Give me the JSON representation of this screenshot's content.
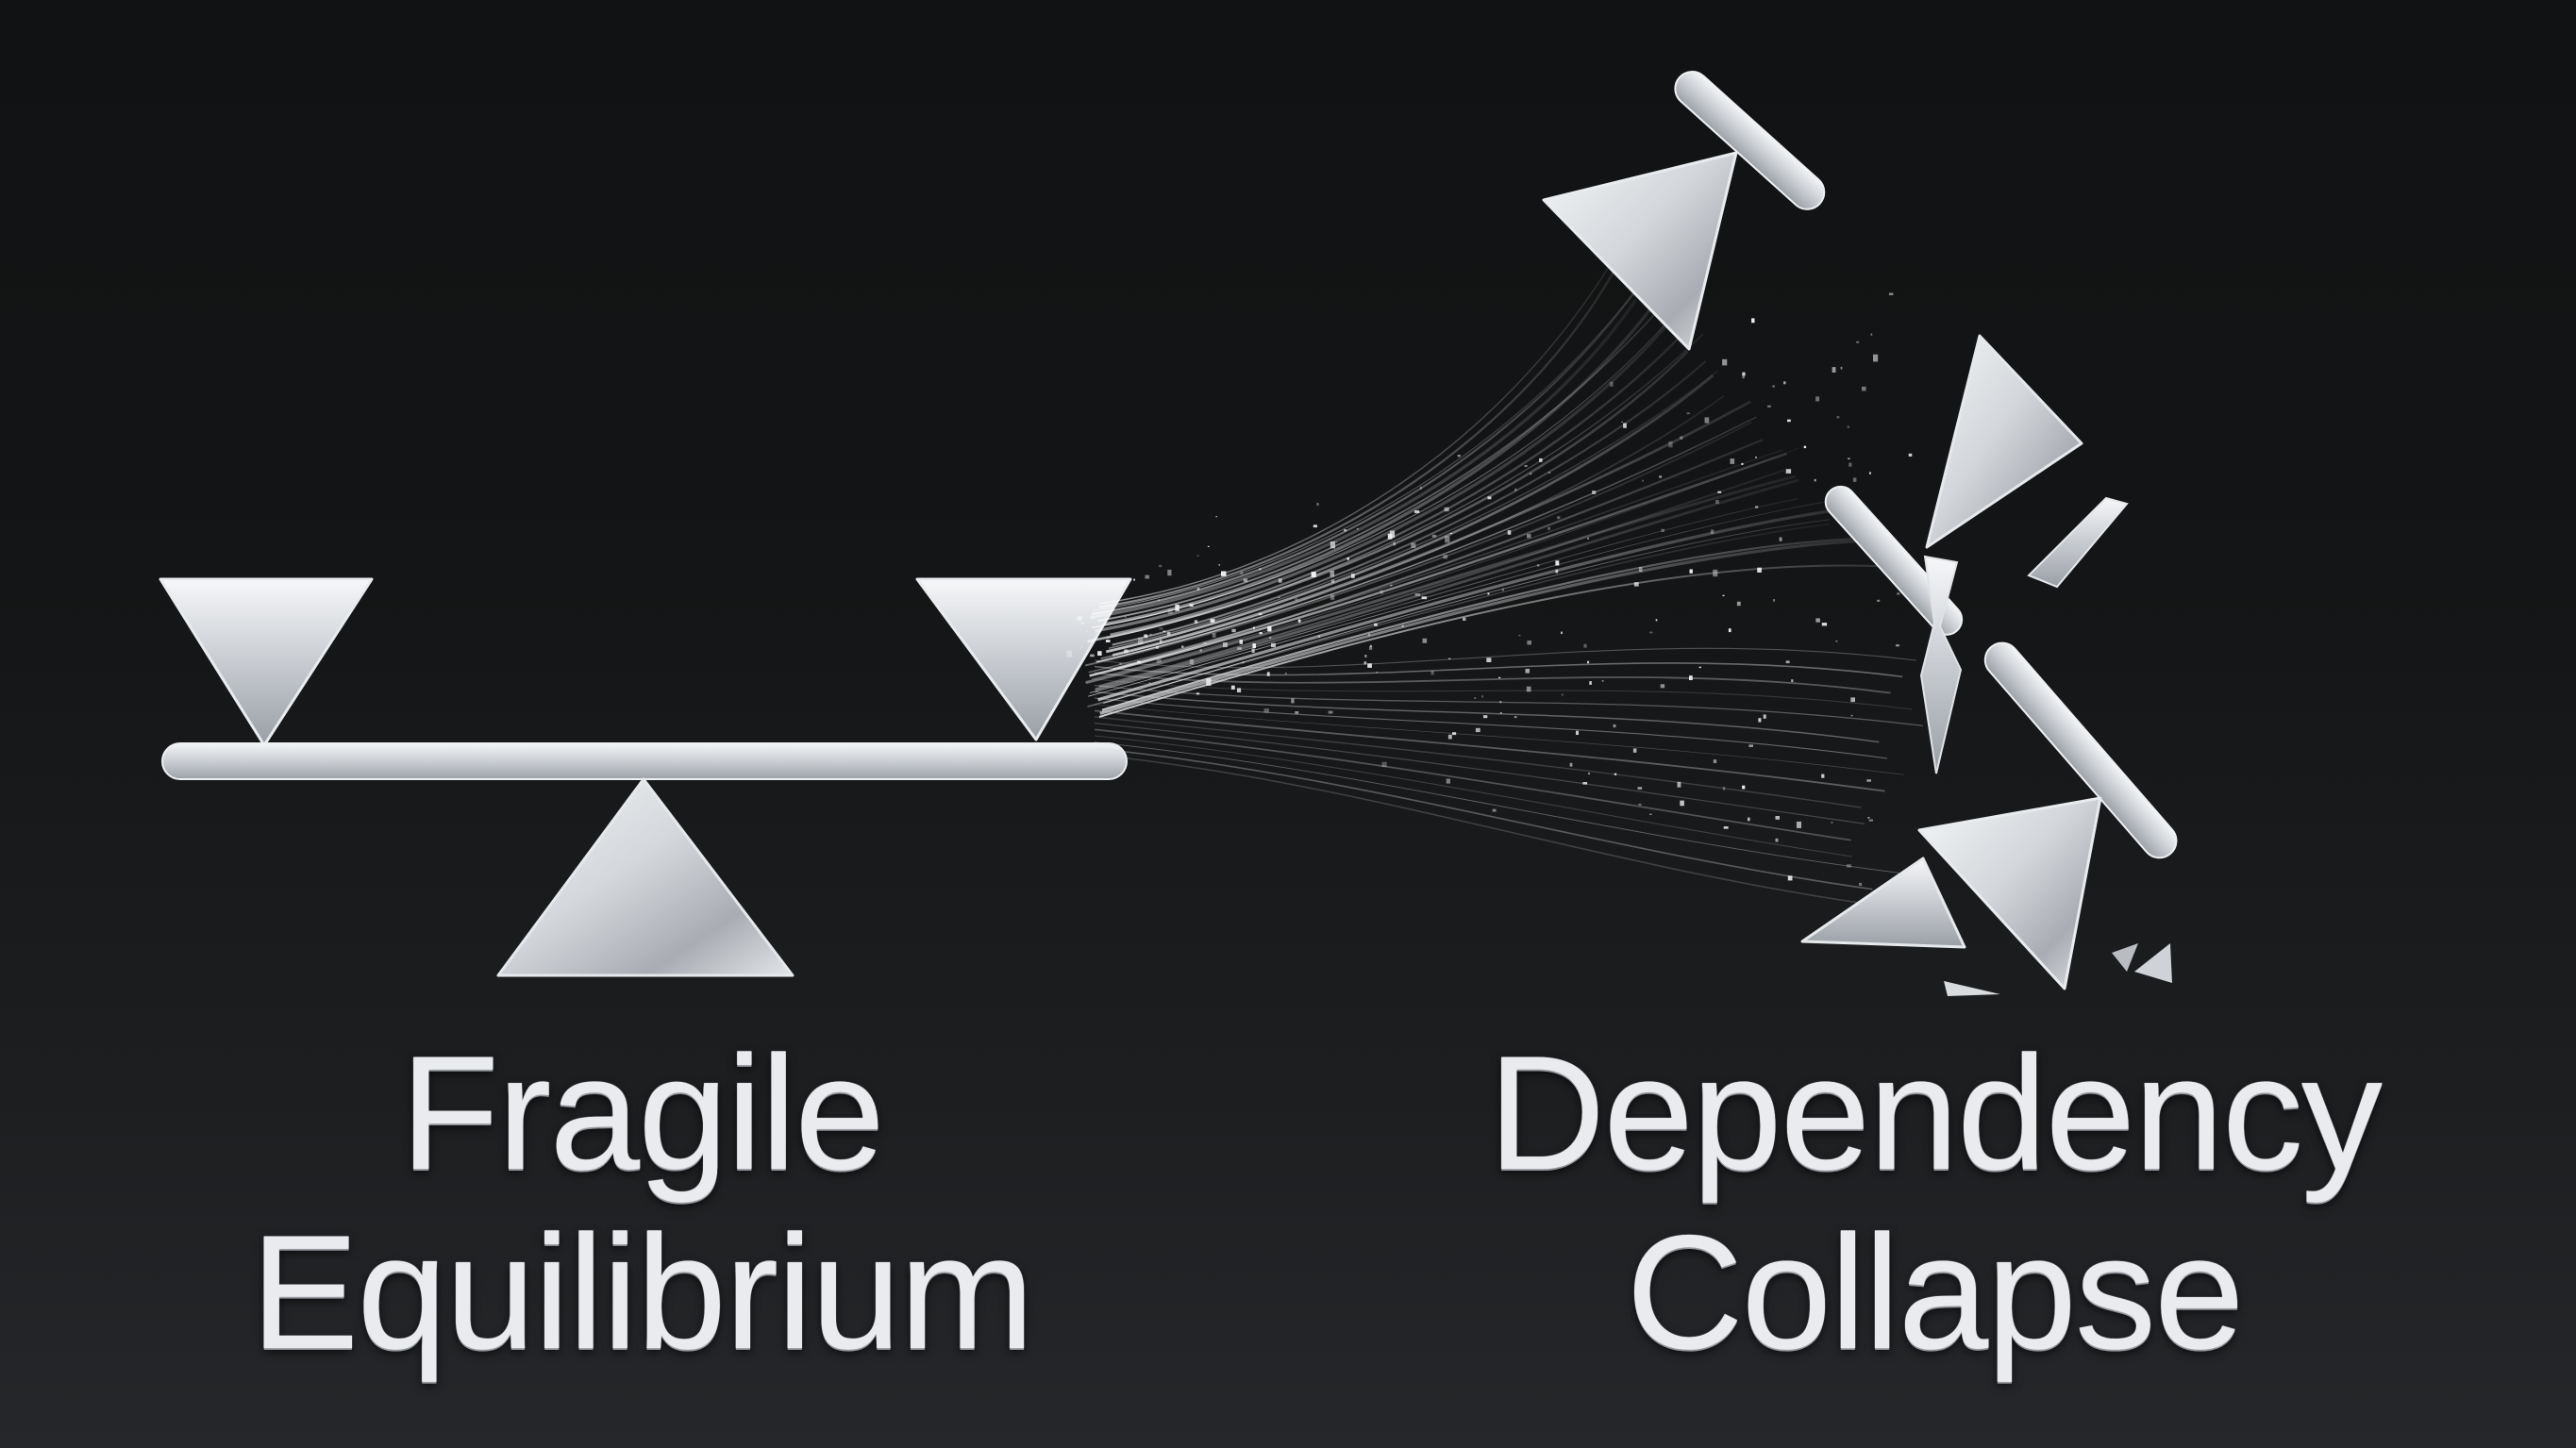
{
  "captions": {
    "left": {
      "line1": "Fragile",
      "line2": "Equilibrium"
    },
    "right": {
      "line1": "Dependency",
      "line2": "Collapse"
    }
  },
  "colors": {
    "background_top": "#101213",
    "background_bottom": "#25272a",
    "metal_light": "#f2f4f6",
    "metal_mid": "#c4c8cd",
    "metal_dark": "#8a8f95",
    "text": "#e9ebee"
  },
  "icons": {
    "balance": "seesaw-balance-icon",
    "collapse": "shattered-balance-icon"
  }
}
